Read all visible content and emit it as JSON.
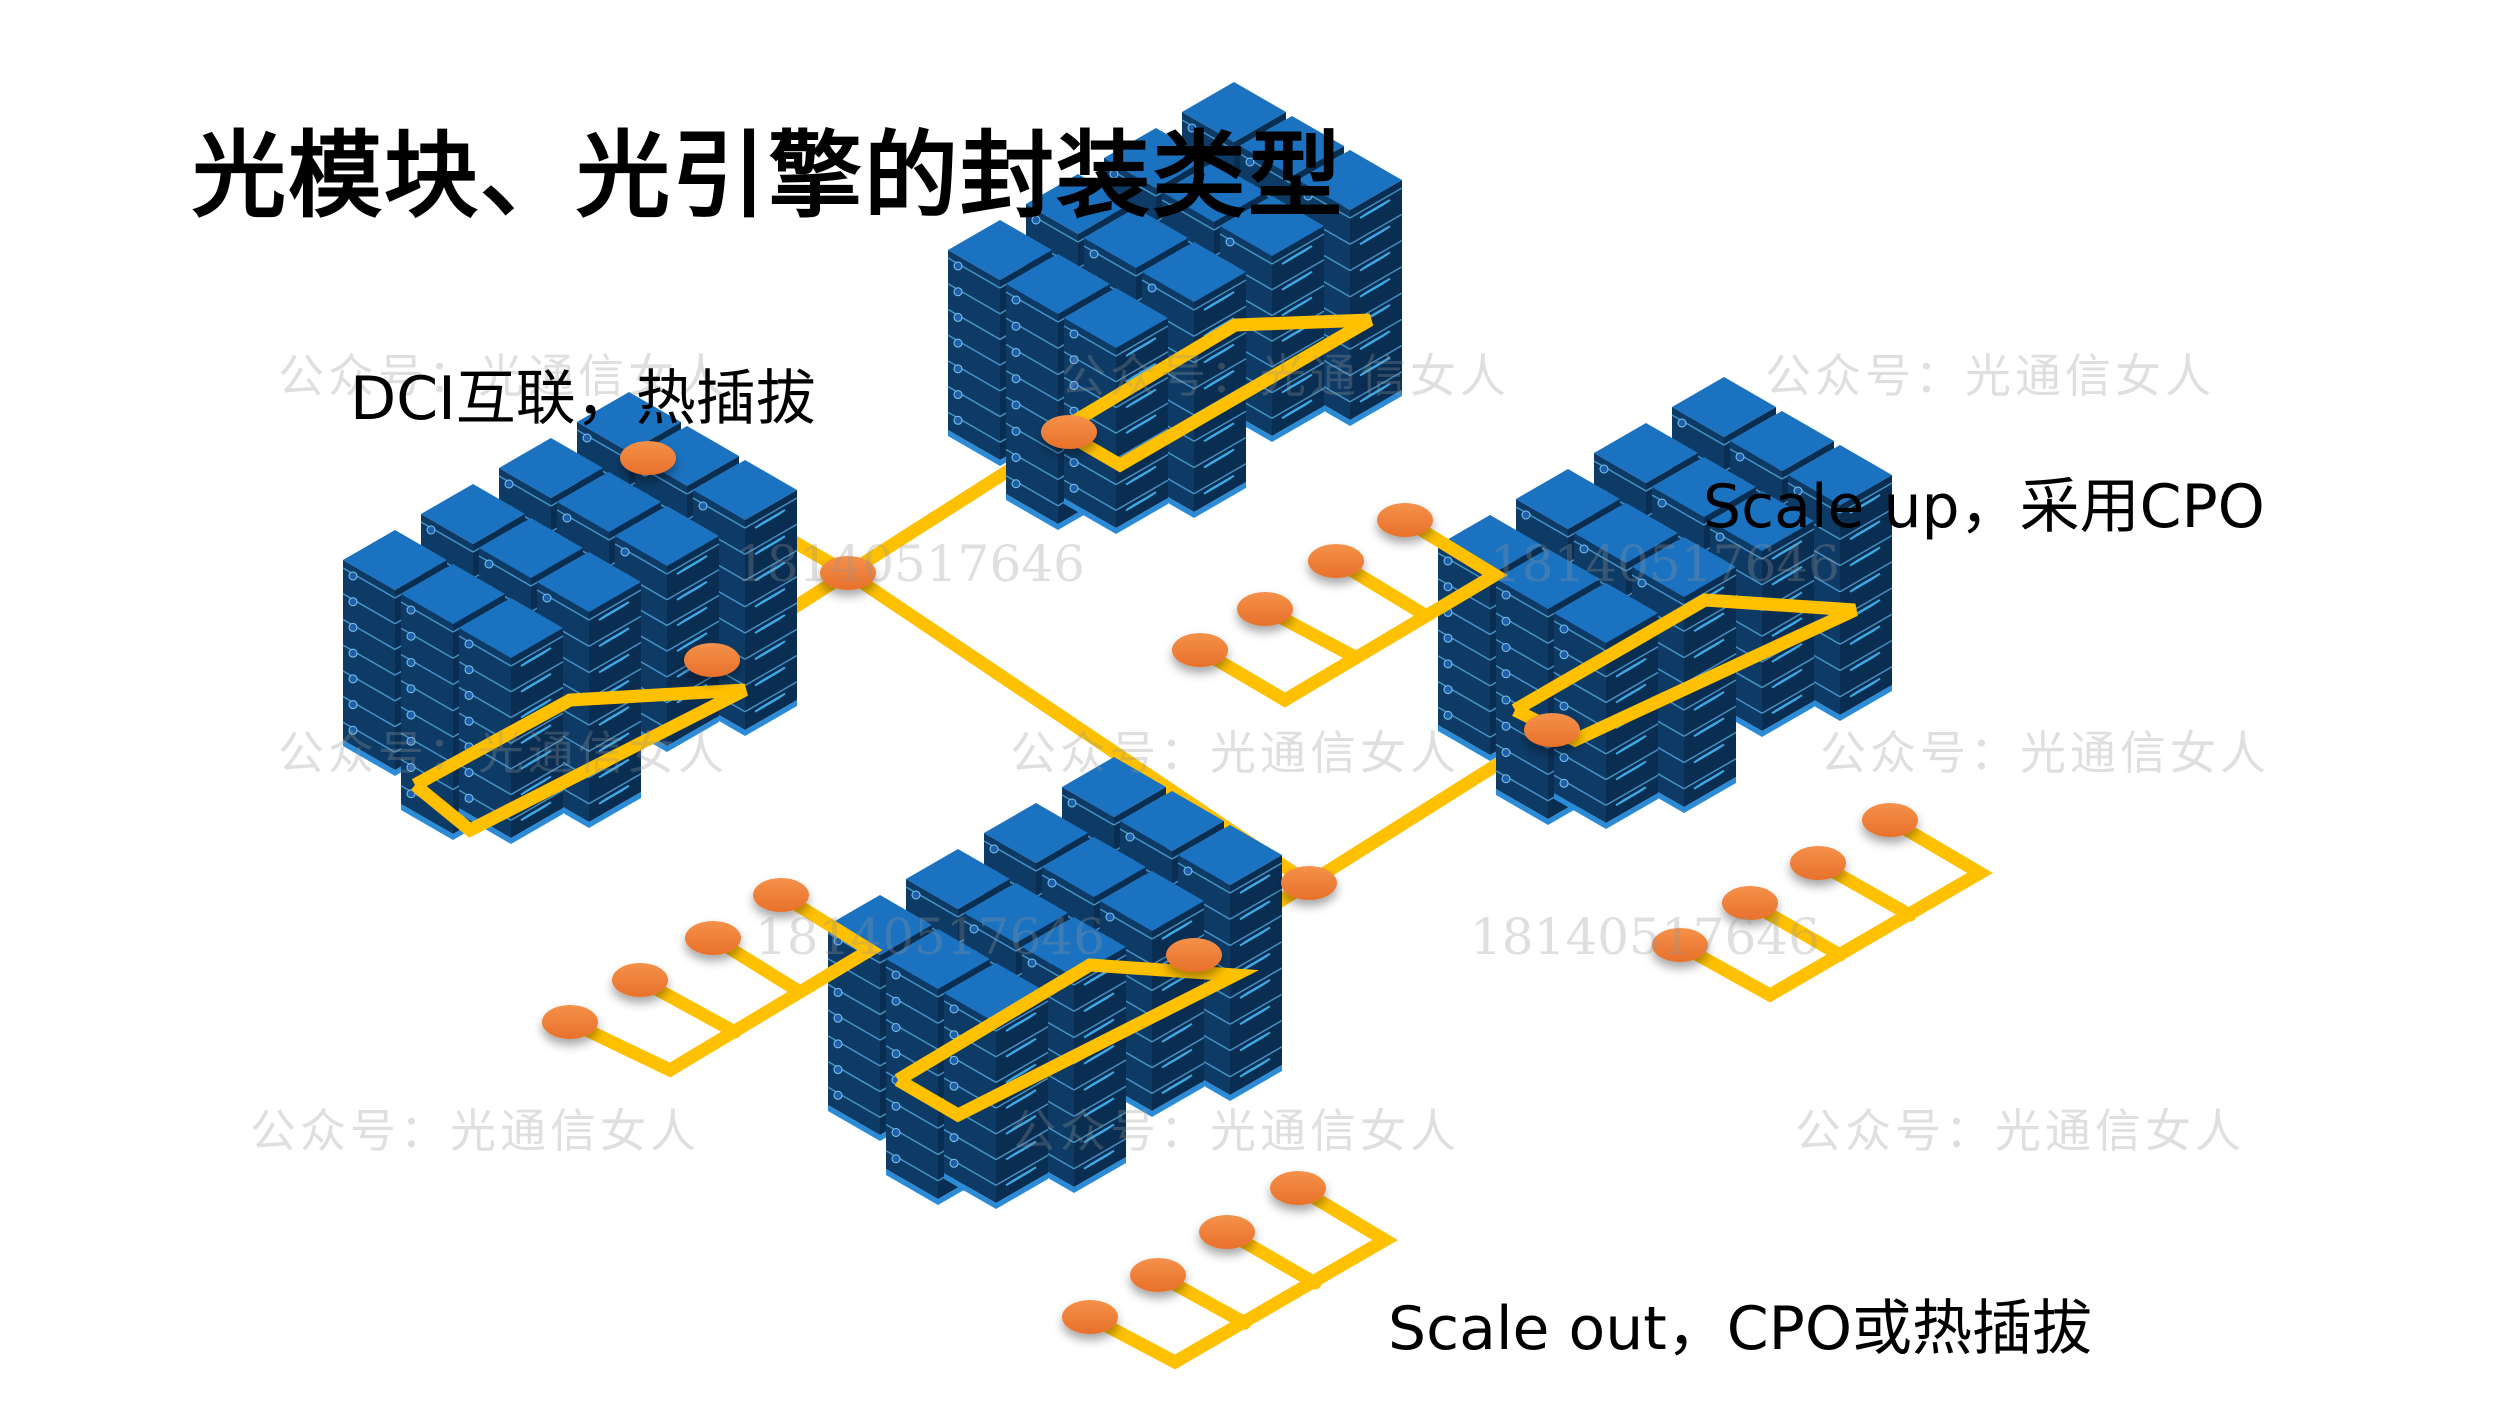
{
  "title": "光模块、光引擎的封装类型",
  "labels": {
    "dci": "DCI互联，热插拔",
    "scale_up": "Scale up，采用CPO",
    "scale_out": "Scale out，CPO或热插拔"
  },
  "watermark": {
    "account": "公众号：光通信女人",
    "number": "18140517646"
  },
  "colors": {
    "link": "#FFC000",
    "node": "#F07B30",
    "rack_top": "#1B72C0",
    "rack_body": "#0D3B66",
    "rack_stripe": "#3FA9E6"
  },
  "clusters": [
    {
      "id": "top",
      "role": "scale-up"
    },
    {
      "id": "left",
      "role": "scale-out"
    },
    {
      "id": "right",
      "role": "scale-up"
    },
    {
      "id": "bottom",
      "role": "scale-out"
    }
  ]
}
